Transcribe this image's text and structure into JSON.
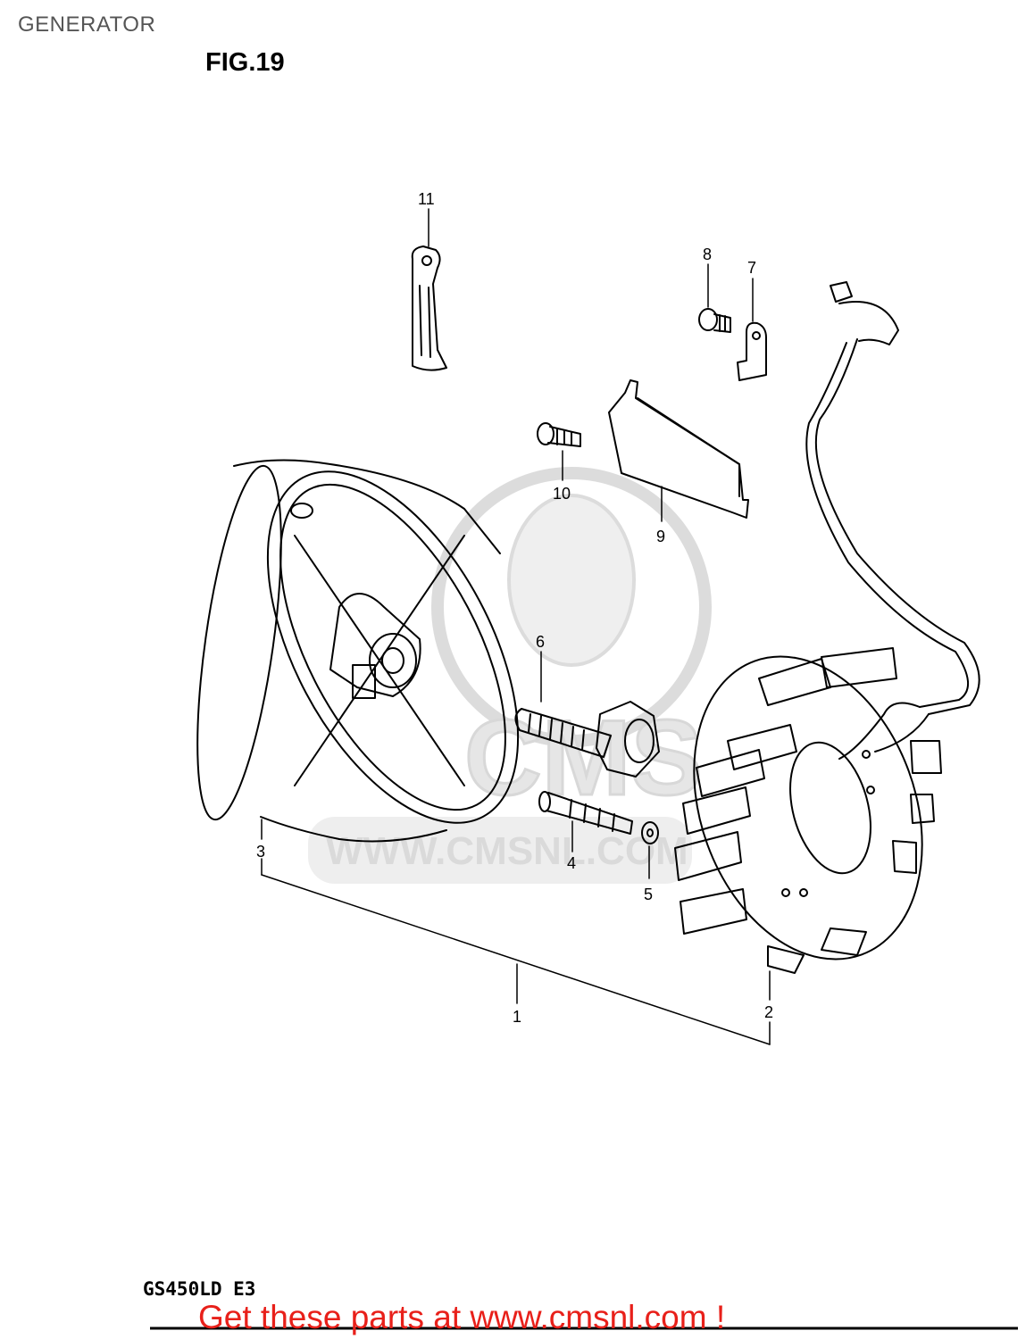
{
  "header": {
    "title": "GENERATOR"
  },
  "figure": {
    "label": "FIG.19",
    "model_code": "GS450LD E3"
  },
  "callouts": [
    "1",
    "2",
    "3",
    "4",
    "5",
    "6",
    "7",
    "8",
    "9",
    "10",
    "11"
  ],
  "watermark": {
    "site_text": "WWW.CMSNL.COM",
    "logo_text": "CMS"
  },
  "footer": {
    "promo_text": "Get these parts at www.cmsnl.com !"
  },
  "colors": {
    "line": "#000000",
    "promo": "#e8201a",
    "title": "#555555",
    "watermark": "#e6e6e6"
  }
}
